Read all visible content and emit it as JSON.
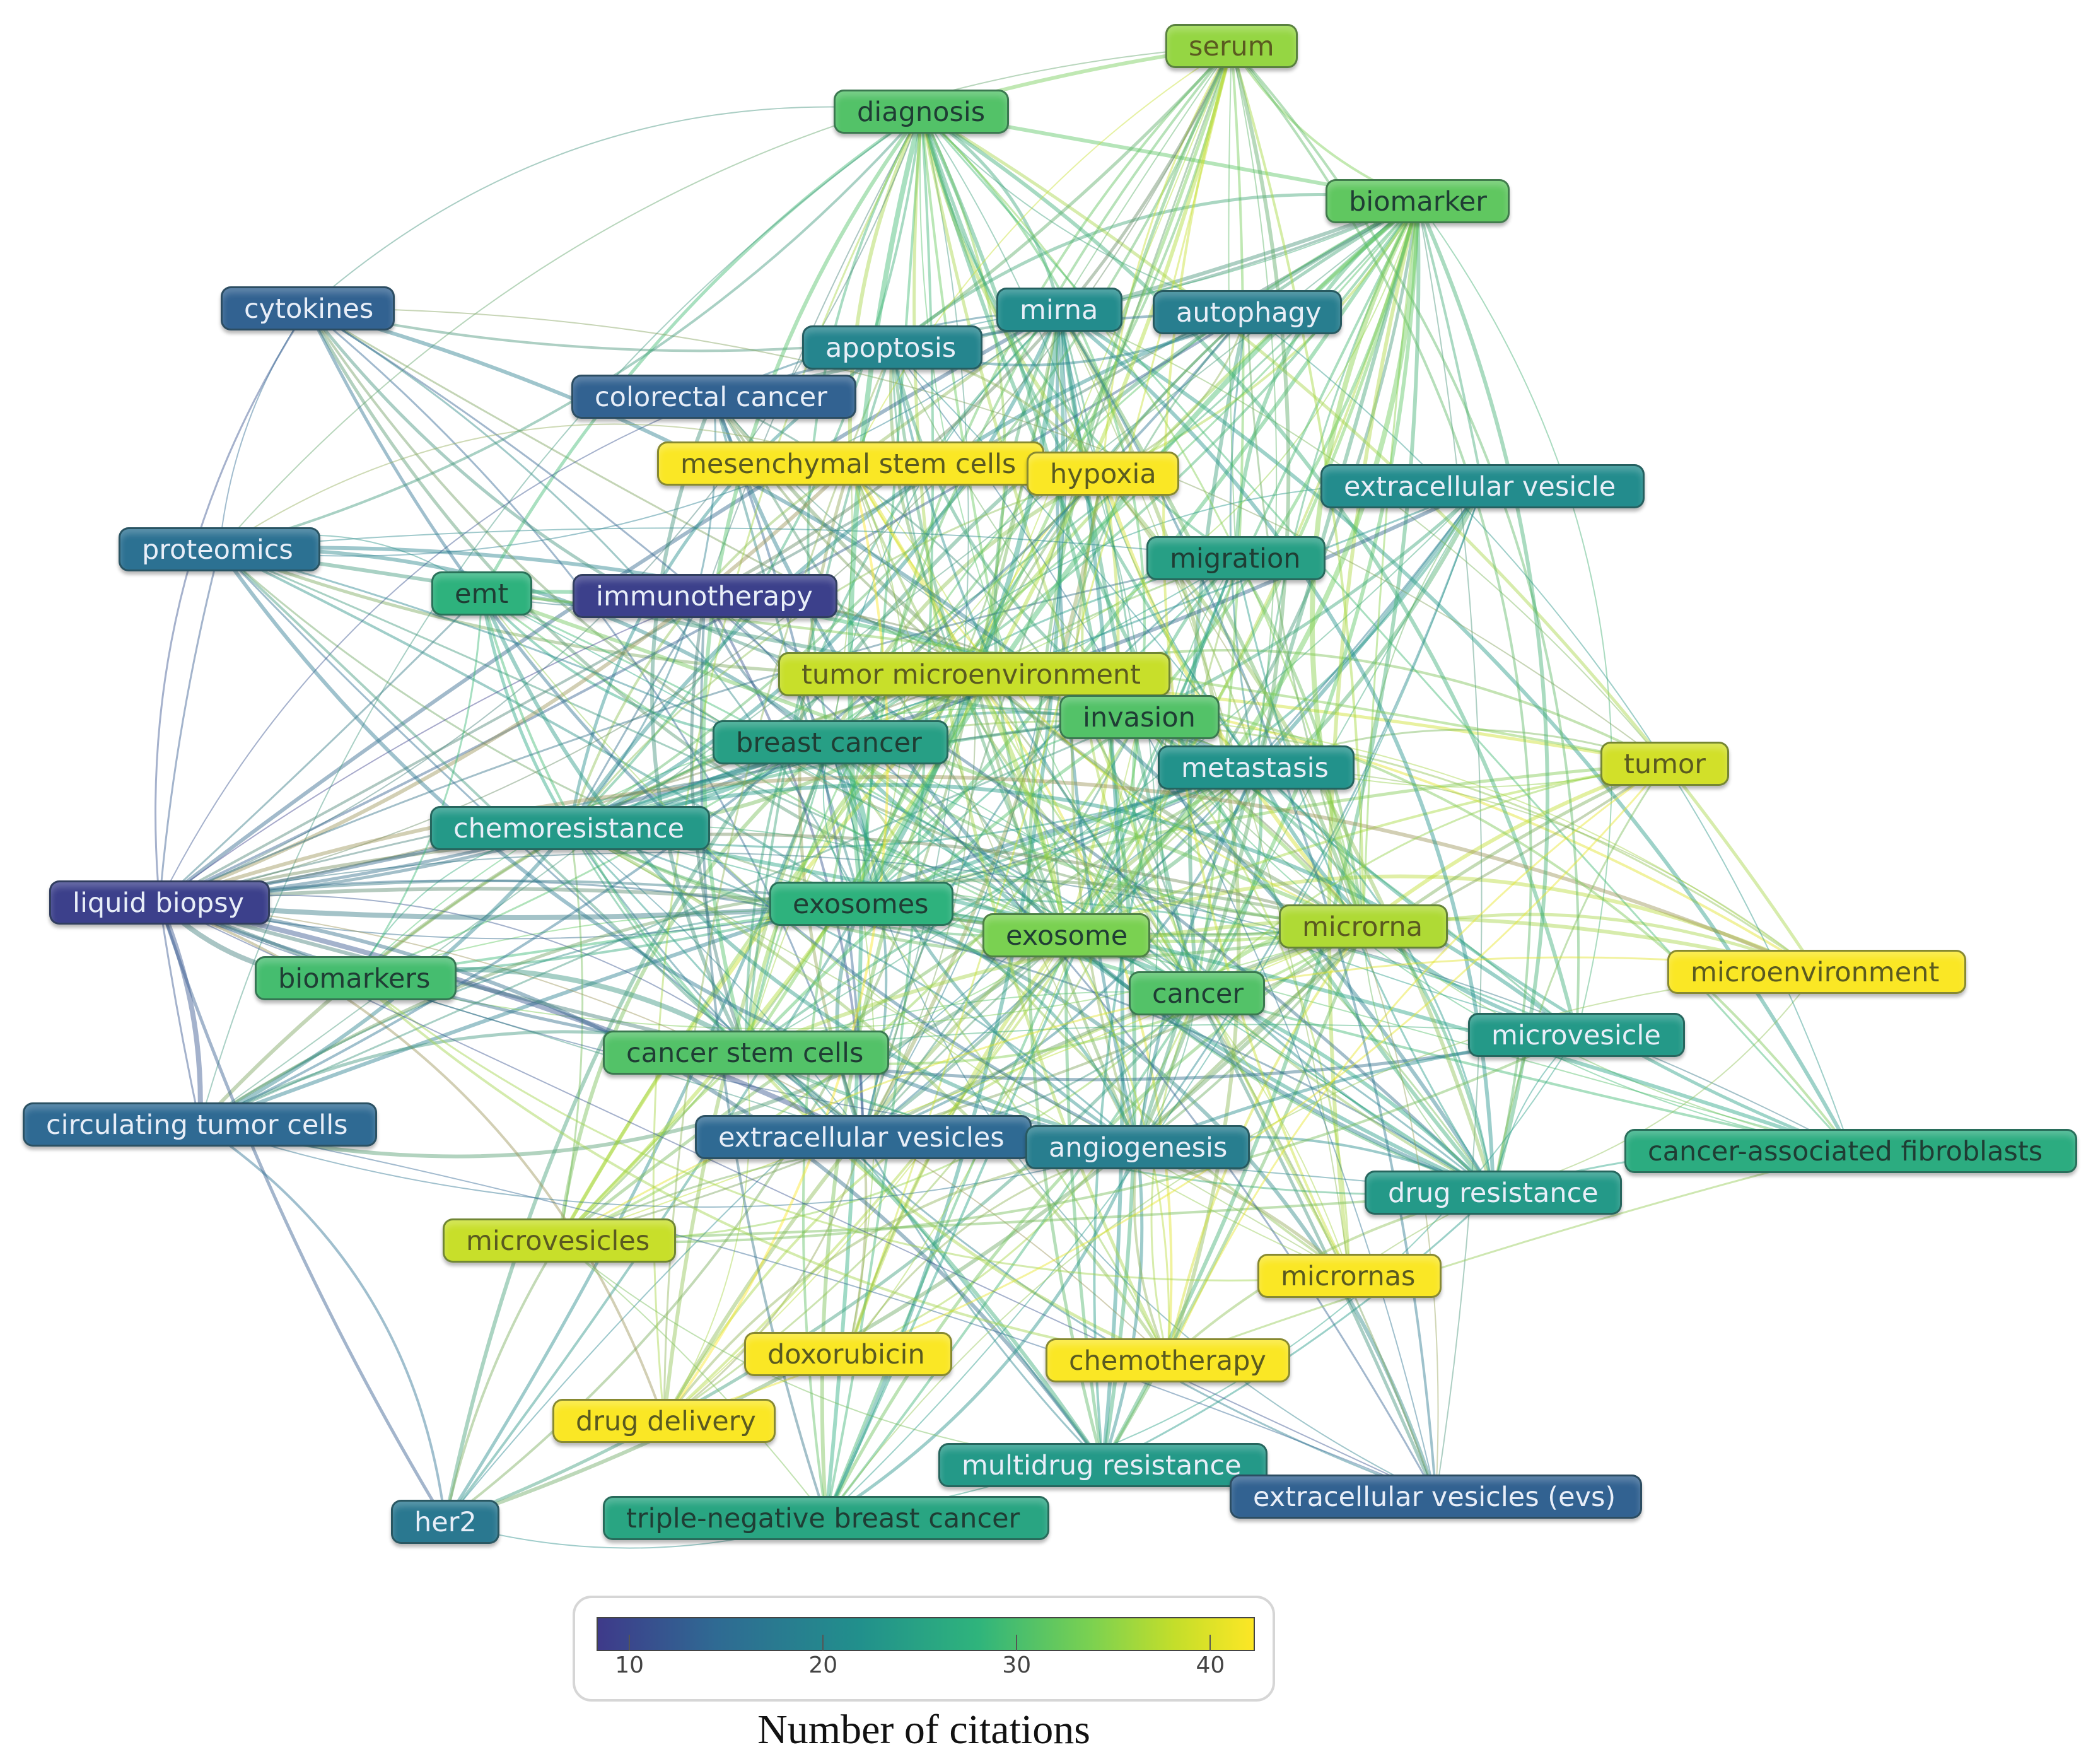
{
  "nodes": [
    {
      "id": "serum",
      "label": "serum",
      "citations": 33
    },
    {
      "id": "diagnosis",
      "label": "diagnosis",
      "citations": 28
    },
    {
      "id": "biomarker",
      "label": "biomarker",
      "citations": 29
    },
    {
      "id": "cytokines",
      "label": "cytokines",
      "citations": 13
    },
    {
      "id": "mirna",
      "label": "mirna",
      "citations": 19
    },
    {
      "id": "autophagy",
      "label": "autophagy",
      "citations": 17
    },
    {
      "id": "apoptosis",
      "label": "apoptosis",
      "citations": 18
    },
    {
      "id": "colorectal-cancer",
      "label": "colorectal cancer",
      "citations": 13
    },
    {
      "id": "mesenchymal-stem-cells",
      "label": "mesenchymal stem cells",
      "citations": 42
    },
    {
      "id": "hypoxia",
      "label": "hypoxia",
      "citations": 42
    },
    {
      "id": "extracellular-vesicle",
      "label": "extracellular vesicle",
      "citations": 19
    },
    {
      "id": "proteomics",
      "label": "proteomics",
      "citations": 15
    },
    {
      "id": "emt",
      "label": "emt",
      "citations": 25
    },
    {
      "id": "immunotherapy",
      "label": "immunotherapy",
      "citations": 9
    },
    {
      "id": "migration",
      "label": "migration",
      "citations": 22
    },
    {
      "id": "tumor-microenvironment",
      "label": "tumor microenvironment",
      "citations": 37
    },
    {
      "id": "invasion",
      "label": "invasion",
      "citations": 28
    },
    {
      "id": "breast-cancer",
      "label": "breast cancer",
      "citations": 22
    },
    {
      "id": "metastasis",
      "label": "metastasis",
      "citations": 20
    },
    {
      "id": "tumor",
      "label": "tumor",
      "citations": 38
    },
    {
      "id": "chemoresistance",
      "label": "chemoresistance",
      "citations": 21
    },
    {
      "id": "liquid-biopsy",
      "label": "liquid biopsy",
      "citations": 9
    },
    {
      "id": "exosomes",
      "label": "exosomes",
      "citations": 25
    },
    {
      "id": "exosome",
      "label": "exosome",
      "citations": 31
    },
    {
      "id": "microrna",
      "label": "microrna",
      "citations": 35
    },
    {
      "id": "microenvironment",
      "label": "microenvironment",
      "citations": 42
    },
    {
      "id": "biomarkers",
      "label": "biomarkers",
      "citations": 27
    },
    {
      "id": "cancer",
      "label": "cancer",
      "citations": 28
    },
    {
      "id": "microvesicle",
      "label": "microvesicle",
      "citations": 21
    },
    {
      "id": "cancer-stem-cells",
      "label": "cancer stem cells",
      "citations": 28
    },
    {
      "id": "circulating-tumor-cells",
      "label": "circulating tumor cells",
      "citations": 14
    },
    {
      "id": "extracellular-vesicles",
      "label": "extracellular vesicles",
      "citations": 14
    },
    {
      "id": "angiogenesis",
      "label": "angiogenesis",
      "citations": 17
    },
    {
      "id": "cancer-associated-fibroblasts",
      "label": "cancer-associated fibroblasts",
      "citations": 24
    },
    {
      "id": "drug-resistance",
      "label": "drug resistance",
      "citations": 21
    },
    {
      "id": "microvesicles",
      "label": "microvesicles",
      "citations": 37
    },
    {
      "id": "micrornas",
      "label": "micrornas",
      "citations": 42
    },
    {
      "id": "doxorubicin",
      "label": "doxorubicin",
      "citations": 42
    },
    {
      "id": "chemotherapy",
      "label": "chemotherapy",
      "citations": 42
    },
    {
      "id": "drug-delivery",
      "label": "drug delivery",
      "citations": 42
    },
    {
      "id": "multidrug-resistance",
      "label": "multidrug resistance",
      "citations": 21
    },
    {
      "id": "extracellular-vesicles-evs",
      "label": "extracellular vesicles (evs)",
      "citations": 13
    },
    {
      "id": "her2",
      "label": "her2",
      "citations": 16
    },
    {
      "id": "triple-negative-breast-cancer",
      "label": "triple-negative breast cancer",
      "citations": 23
    }
  ],
  "colorscale": {
    "stops": [
      "#3e3a8a",
      "#2f6a93",
      "#21908c",
      "#2fb47c",
      "#7ad151",
      "#c4de2a",
      "#fde725"
    ],
    "min": 8.3,
    "max": 42.3,
    "ticks": [
      "10",
      "20",
      "30",
      "40"
    ],
    "tick_values": [
      10,
      20,
      30,
      40
    ]
  },
  "legend": {
    "title": "Number of citations"
  }
}
